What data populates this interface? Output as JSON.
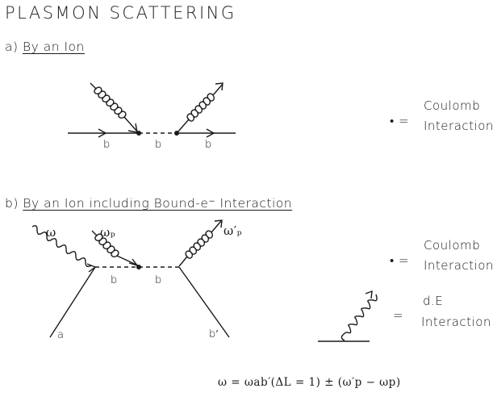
{
  "title": "PLASMON SCATTERING",
  "section_a": {
    "prefix": "a)",
    "heading": "By an Ion"
  },
  "section_b": {
    "prefix": "b)",
    "heading": "By an Ion including Bound-e⁻ Interaction"
  },
  "diagram_a": {
    "labels": [
      "b",
      "b",
      "b"
    ]
  },
  "diagram_b": {
    "omega": "ω",
    "omega_p": "ωₚ",
    "omega_p_prime": "ω′ₚ",
    "line_labels": [
      "b",
      "b",
      "a",
      "b′"
    ]
  },
  "legend": {
    "dot_symbol": "• =",
    "coulomb_line1": "Coulomb",
    "coulomb_line2": "Interaction",
    "equals": "=",
    "de_line1": "d.E",
    "de_line2": "Interaction"
  },
  "formula": "ω = ωab′(ΔL = 1) ± (ω′p − ωp)"
}
